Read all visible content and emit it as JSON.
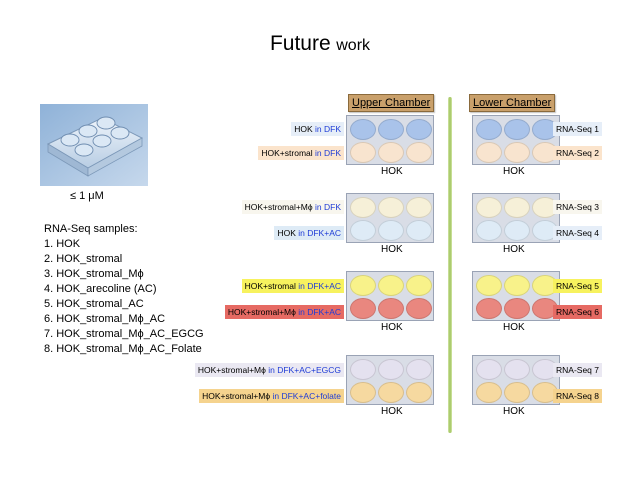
{
  "title": {
    "main": "Future",
    "sub": "work"
  },
  "concentration": "≤ 1 μM",
  "samples": {
    "heading": "RNA-Seq samples:",
    "items": [
      "1. HOK",
      "2. HOK_stromal",
      "3. HOK_stromal_Mϕ",
      "4. HOK_arecoline (AC)",
      "5. HOK_stromal_AC",
      "6. HOK_stromal_Mϕ_AC",
      "7. HOK_stromal_Mϕ_AC_EGCG",
      "8. HOK_stromal_Mϕ_AC_Folate"
    ]
  },
  "chambers": {
    "upper": "Upper Chamber",
    "lower": "Lower Chamber"
  },
  "plate_label": "HOK",
  "colors": {
    "blue": "#a9c3ea",
    "peach": "#f8e4cf",
    "pale_yellow": "#f6f0d8",
    "pale_blue": "#deebf6",
    "yellow": "#f8f28a",
    "red": "#e9877f",
    "lavender": "#e4e1ef",
    "orange": "#f6d9a0",
    "cond_highlight_yellow": "#f7f25e",
    "cond_highlight_red": "#e66a63",
    "cond_highlight_orange": "#f5d38e",
    "cond_highlight_blue": "#deebf6",
    "cond_highlight_peach": "#fbe4cc",
    "seq_highlight_yellow": "#f7f25e",
    "seq_highlight_red": "#e66a63",
    "seq_highlight_orange": "#f5d38e",
    "seq_highlight_blue": "#e6eef8",
    "seq_highlight_peach": "#fbe4cc",
    "seq_highlight_pale": "#f8f6ee",
    "seq_highlight_lavender": "#eae8f2"
  },
  "conditions": [
    {
      "base": "HOK ",
      "medium": "in DFK"
    },
    {
      "base": "HOK+stromal ",
      "medium": "in DFK"
    },
    {
      "base": "HOK+stromal+Mϕ ",
      "medium": "in DFK"
    },
    {
      "base": "HOK ",
      "medium": "in DFK+AC"
    },
    {
      "base": "HOK+stromal ",
      "medium": "in DFK+AC"
    },
    {
      "base": "HOK+stromal+Mϕ ",
      "medium": "in DFK+AC"
    },
    {
      "base": "HOK+stromal+Mϕ ",
      "medium": "in DFK+AC+EGCG"
    },
    {
      "base": "HOK+stromal+Mϕ ",
      "medium": "in DFK+AC+folate"
    }
  ],
  "rnaseq": [
    "RNA-Seq 1",
    "RNA-Seq 2",
    "RNA-Seq 3",
    "RNA-Seq 4",
    "RNA-Seq 5",
    "RNA-Seq 6",
    "RNA-Seq 7",
    "RNA-Seq 8"
  ]
}
